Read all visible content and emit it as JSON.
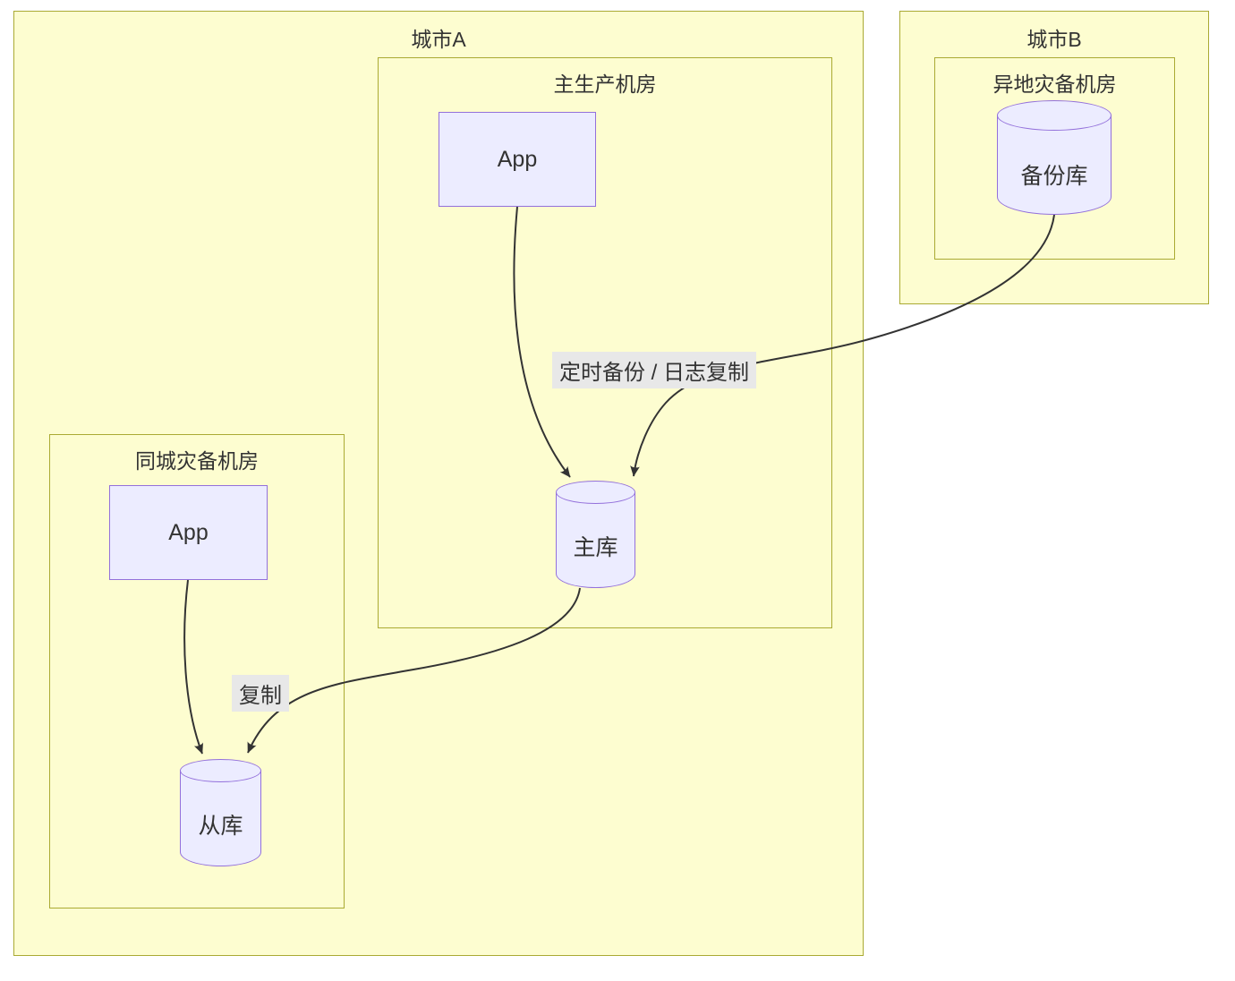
{
  "diagram": {
    "clusters": {
      "city_a": {
        "label": "城市A"
      },
      "main_dc": {
        "label": "主生产机房"
      },
      "local_dr_dc": {
        "label": "同城灾备机房"
      },
      "city_b": {
        "label": "城市B"
      },
      "remote_dr_dc": {
        "label": "异地灾备机房"
      }
    },
    "nodes": {
      "app_main": {
        "label": "App",
        "shape": "rect"
      },
      "app_dr": {
        "label": "App",
        "shape": "rect"
      },
      "master_db": {
        "label": "主库",
        "shape": "cylinder"
      },
      "slave_db": {
        "label": "从库",
        "shape": "cylinder"
      },
      "backup_db": {
        "label": "备份库",
        "shape": "cylinder"
      }
    },
    "edges": [
      {
        "from": "app_main",
        "to": "master_db",
        "label": ""
      },
      {
        "from": "backup_db",
        "to": "master_db",
        "label": "定时备份 / 日志复制"
      },
      {
        "from": "master_db",
        "to": "slave_db",
        "label": "复制"
      },
      {
        "from": "app_dr",
        "to": "slave_db",
        "label": ""
      }
    ],
    "colors": {
      "cluster_fill": "#FDFDD0",
      "cluster_border": "#AAAA33",
      "node_fill": "#ECECFF",
      "node_border": "#9370DB",
      "edge_label_bg": "#E8E8E8",
      "edge_stroke": "#333333",
      "text": "#333333"
    }
  }
}
